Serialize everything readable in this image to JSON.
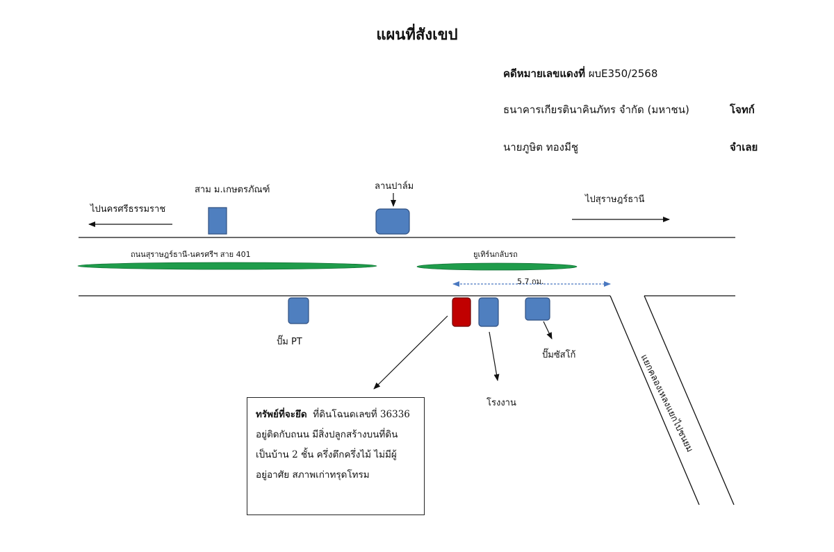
{
  "header": {
    "title": "แผนที่สังเขป",
    "case_label": "คดีหมายเลขแดงที่",
    "case_number": "ผบE350/2568",
    "plaintiff_name": "ธนาคารเกียรตินาคินภัทร  จำกัด (มหาชน)",
    "plaintiff_role": "โจทก์",
    "defendant_name": "นายภูษิต   ทองมีชู",
    "defendant_role": "จำเลย"
  },
  "directions": {
    "west": "ไปนครศรีธรรมราช",
    "east": "ไปสุราษฎร์ธานี"
  },
  "roads": {
    "main_road": "ถนนสุราษฎร์ธานี-นครศรีฯ สาย 401",
    "u_turn": "ยูเทิร์นกลับรถ",
    "distance": "5.7 กม.",
    "side_road": "แยกคลองเหลงแยกไปชนยม"
  },
  "landmarks": {
    "intersection": "สาม ม.เกษตรภัณฑ์",
    "palm_yard": "ลานปาล์ม",
    "pump_pt": "ปั๊ม PT",
    "pump_susco": "ปั๊มซัสโก้",
    "factory": "โรงงาน"
  },
  "property": {
    "heading": "ทรัพย์ที่จะยึด",
    "line1_rest": "ที่ดินโฉนดเลขที่ 36336",
    "line2": "อยู่ติดกับถนน  มีสิ่งปลูกสร้างบนที่ดิน",
    "line3": "เป็นบ้าน 2 ชั้น ครึ่งตึกครึ่งไม้  ไม่มีผู้",
    "line4": "อยู่อาศัย  สภาพเก่าทรุดโทรม"
  },
  "colors": {
    "landmark_blue": "#4f7fbf",
    "property_red": "#c00000",
    "median_green": "#1f9c4b",
    "distance_arrow": "#4a78c0"
  }
}
